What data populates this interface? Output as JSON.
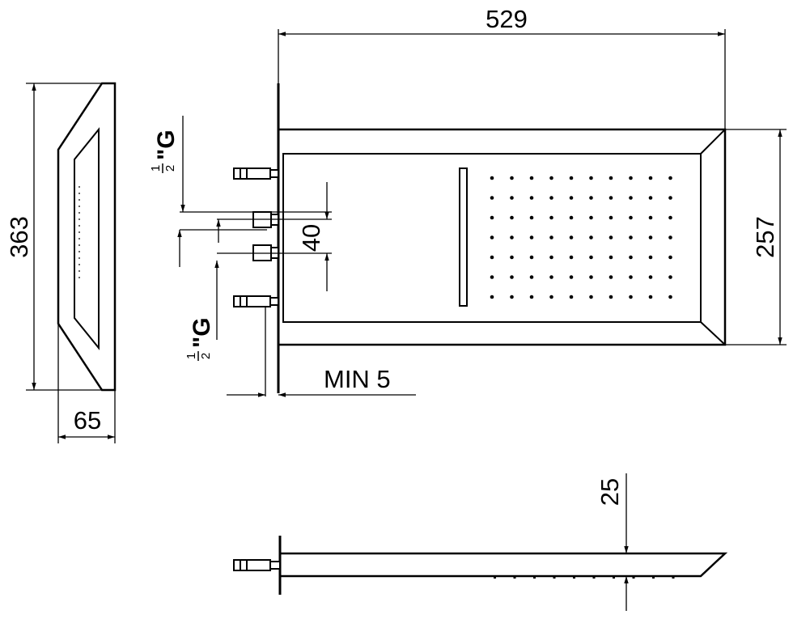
{
  "dimensions": {
    "width": "529",
    "height_front": "257",
    "height_side": "363",
    "depth": "65",
    "spacing": "40",
    "min_wall": "MIN 5",
    "thickness": "25"
  },
  "threads": {
    "upper": {
      "num": "1",
      "den": "2",
      "suffix": "\"G"
    },
    "lower": {
      "num": "1",
      "den": "2",
      "suffix": "\"G"
    }
  },
  "colors": {
    "line": "#000000",
    "background": "#ffffff"
  }
}
